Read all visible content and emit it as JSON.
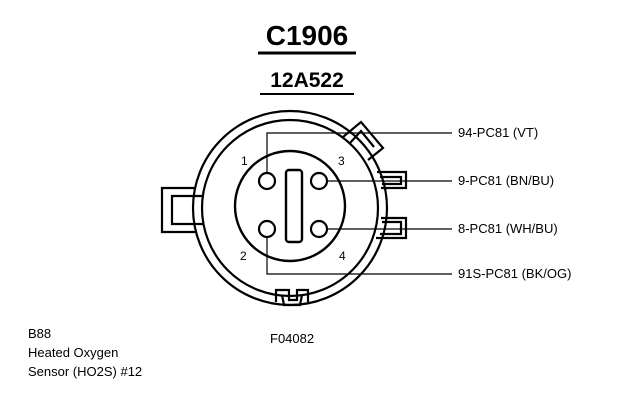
{
  "connector": {
    "id": "C1906",
    "part_number": "12A522"
  },
  "pins": [
    {
      "number": "1",
      "circuit": "94-PC81 (VT)"
    },
    {
      "number": "3",
      "circuit": "9-PC81 (BN/BU)"
    },
    {
      "number": "4",
      "circuit": "8-PC81 (WH/BU)"
    },
    {
      "number": "2",
      "circuit": "91S-PC81 (BK/OG)"
    }
  ],
  "component": {
    "code": "B88",
    "name_line1": "Heated Oxygen",
    "name_line2": "Sensor (HO2S) #12"
  },
  "figure_id": "F04082"
}
